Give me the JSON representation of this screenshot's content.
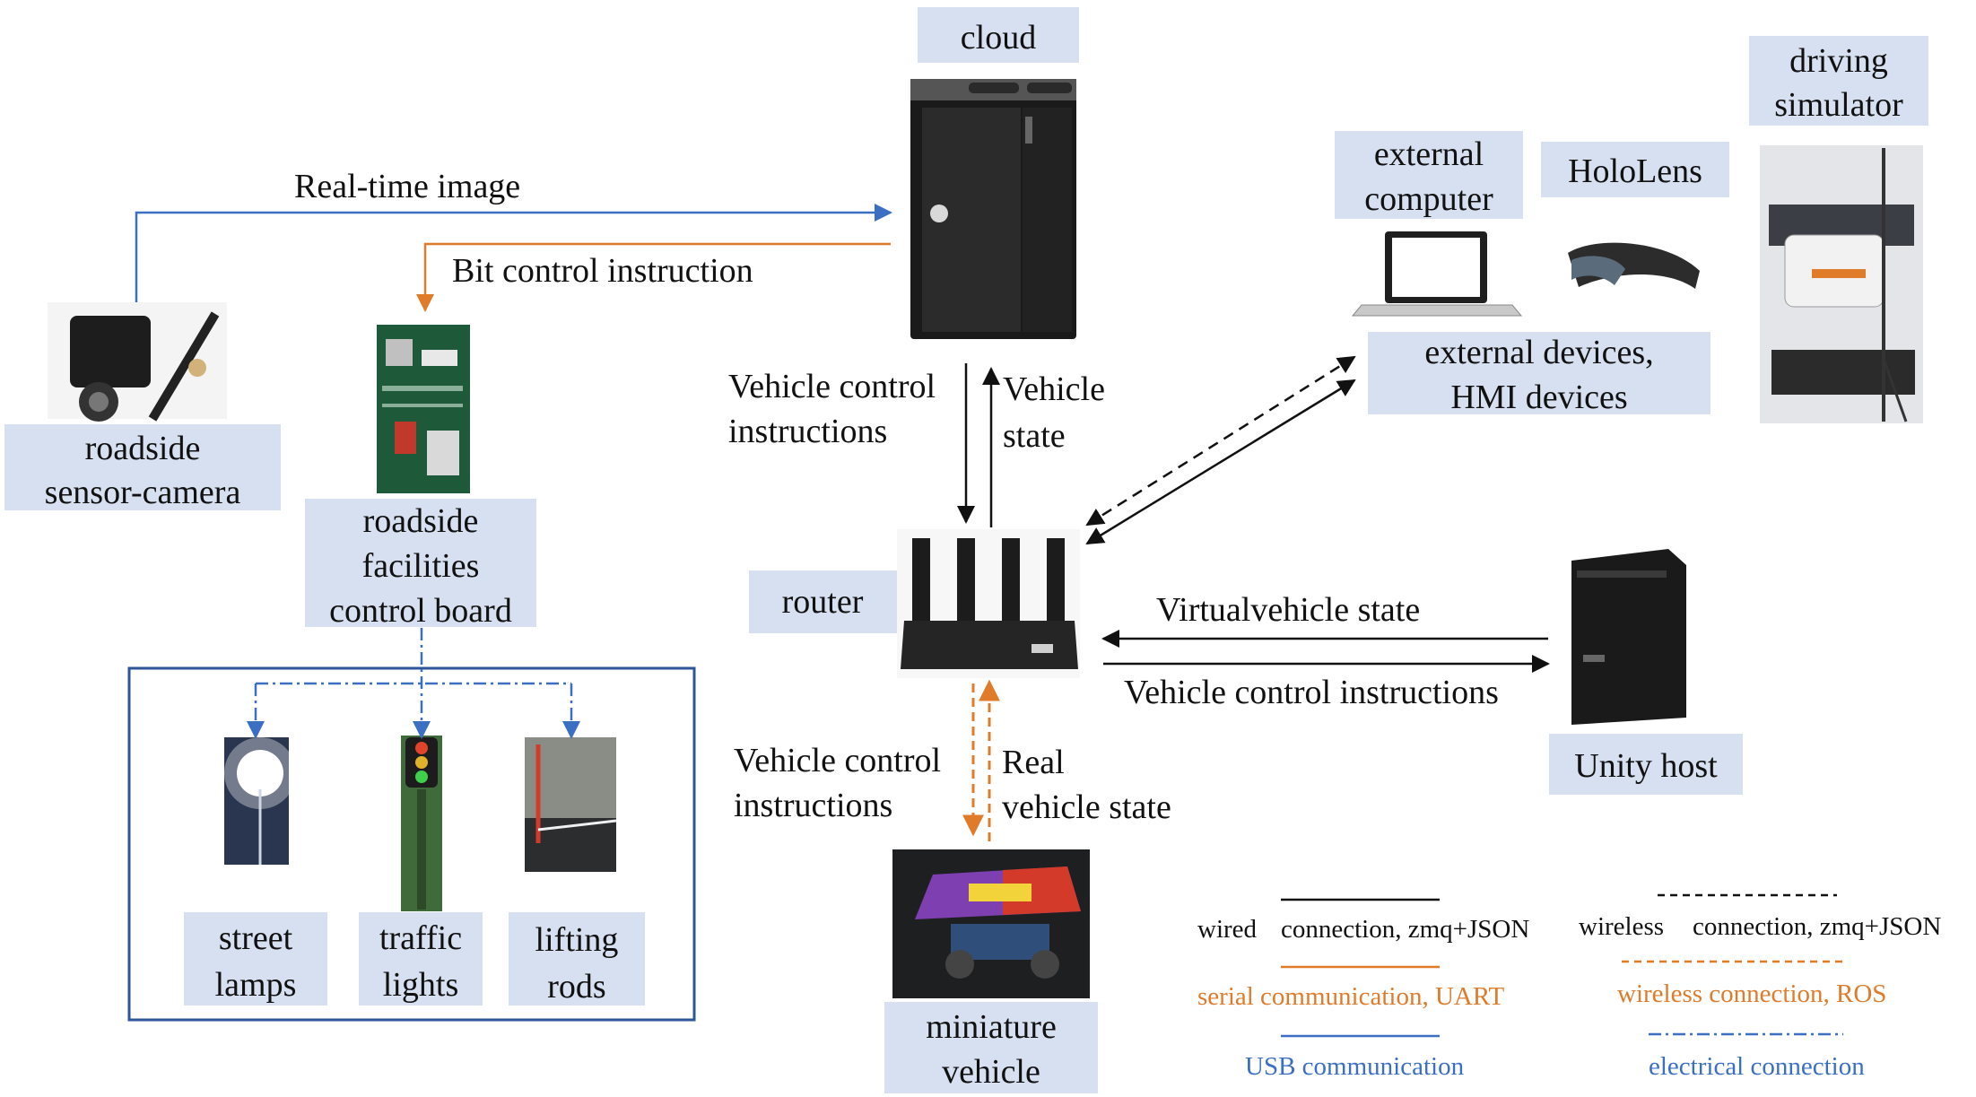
{
  "labels": {
    "cloud": "cloud",
    "driving_simulator": [
      "driving",
      "simulator"
    ],
    "external_computer": [
      "external",
      "computer"
    ],
    "hololens": "HoloLens",
    "external_devices": [
      "external devices,",
      "HMI devices"
    ],
    "roadside_camera": [
      "roadside",
      "sensor-camera"
    ],
    "control_board": [
      "roadside",
      "facilities",
      "control board"
    ],
    "router": "router",
    "unity_host": "Unity host",
    "street_lamps": [
      "street",
      "lamps"
    ],
    "traffic_lights": [
      "traffic",
      "lights"
    ],
    "lifting_rods": [
      "lifting",
      "rods"
    ],
    "miniature_vehicle": [
      "miniature",
      "vehicle"
    ]
  },
  "edges": {
    "real_time_image": "Real-time image",
    "bit_control": "Bit control instruction",
    "cloud_down": [
      "Vehicle control",
      "instructions"
    ],
    "cloud_up": [
      "Vehicle",
      "state"
    ],
    "virtual_state": "Virtualvehicle state",
    "unity_control": "Vehicle control instructions",
    "vehicle_down": [
      "Vehicle control",
      "instructions"
    ],
    "vehicle_up": [
      "Real",
      "vehicle state"
    ]
  },
  "legend": {
    "wired_prefix": "wired",
    "wired": "connection, zmq+JSON",
    "wireless_prefix": "wireless",
    "wireless": "connection, zmq+JSON",
    "serial": "serial communication, UART",
    "wireless_ros": "wireless  connection, ROS",
    "usb": "USB communication",
    "electrical": "electrical connection"
  },
  "colors": {
    "label_box": "#d6e0f0",
    "blue": "#3a6fc4",
    "orange": "#e07b2a",
    "black": "#111111",
    "frame": "#2e5597"
  }
}
